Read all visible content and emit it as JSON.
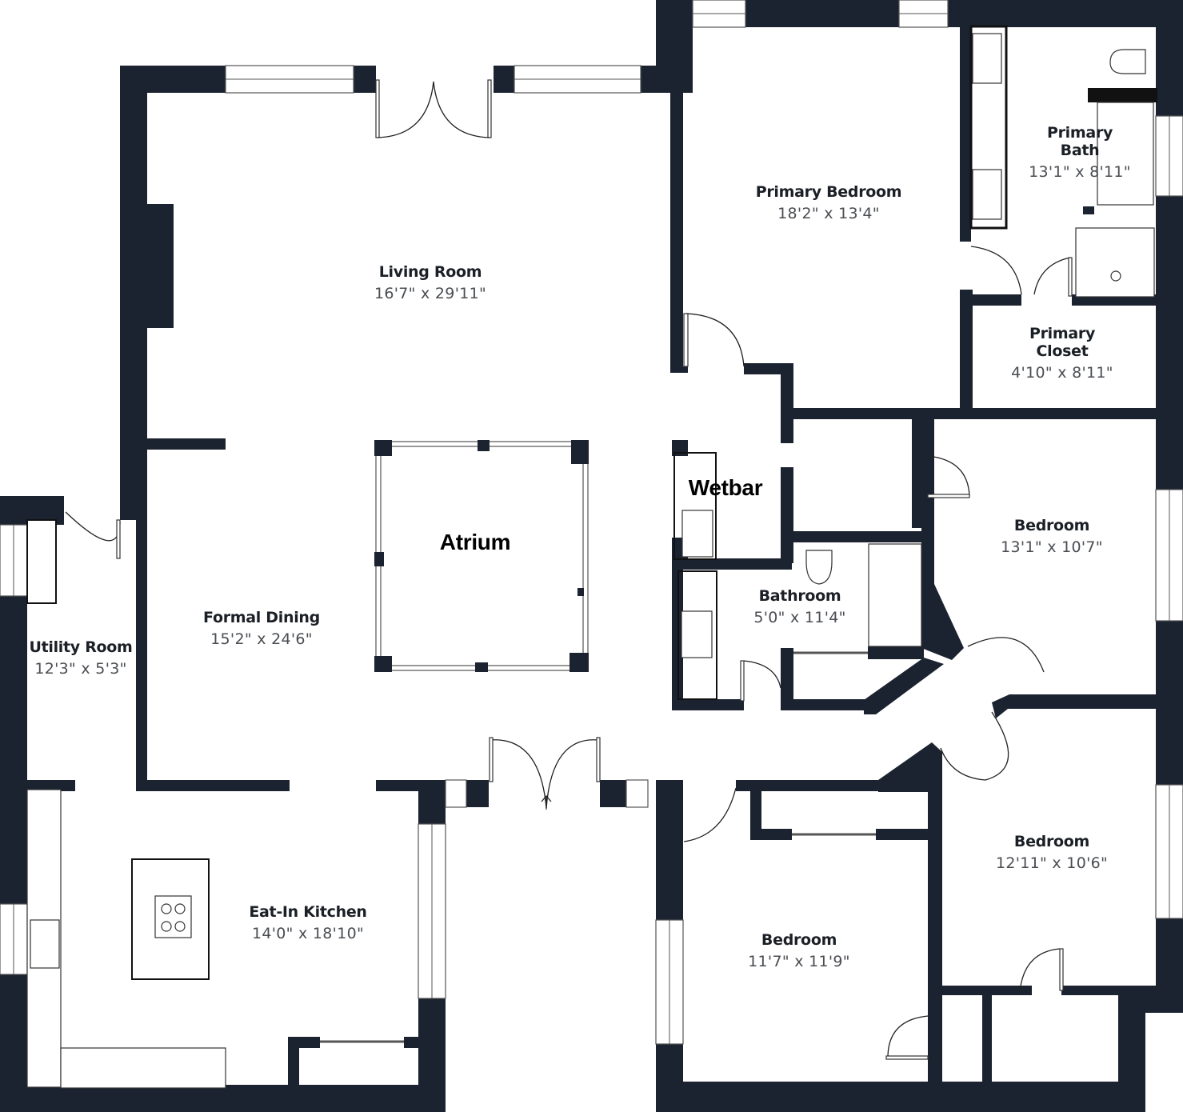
{
  "plan": {
    "colors": {
      "wall": "#1b2330",
      "background": "#ffffff",
      "label_name": "#1b1f26",
      "label_dims": "#4a4d52"
    },
    "rooms": [
      {
        "id": "living-room",
        "name": "Living Room",
        "dims": "16'7\" x 29'11\""
      },
      {
        "id": "primary-bedroom",
        "name": "Primary Bedroom",
        "dims": "18'2\" x 13'4\""
      },
      {
        "id": "primary-bath",
        "name": "Primary Bath",
        "dims": "13'1\" x 8'11\""
      },
      {
        "id": "primary-closet",
        "name": "Primary Closet",
        "dims": "4'10\" x 8'11\""
      },
      {
        "id": "wetbar",
        "name": "Wetbar",
        "dims": ""
      },
      {
        "id": "atrium",
        "name": "Atrium",
        "dims": ""
      },
      {
        "id": "bedroom-east",
        "name": "Bedroom",
        "dims": "13'1\" x 10'7\""
      },
      {
        "id": "bathroom",
        "name": "Bathroom",
        "dims": "5'0\" x 11'4\""
      },
      {
        "id": "formal-dining",
        "name": "Formal Dining",
        "dims": "15'2\" x 24'6\""
      },
      {
        "id": "utility-room",
        "name": "Utility Room",
        "dims": "12'3\" x 5'3\""
      },
      {
        "id": "eat-in-kitchen",
        "name": "Eat-In Kitchen",
        "dims": "14'0\" x 18'10\""
      },
      {
        "id": "bedroom-south",
        "name": "Bedroom",
        "dims": "11'7\" x 11'9\""
      },
      {
        "id": "bedroom-southeast",
        "name": "Bedroom",
        "dims": "12'11\" x 10'6\""
      }
    ],
    "split_names": {
      "primary_bath": [
        "Primary",
        "Bath"
      ],
      "primary_closet": [
        "Primary",
        "Closet"
      ]
    }
  }
}
